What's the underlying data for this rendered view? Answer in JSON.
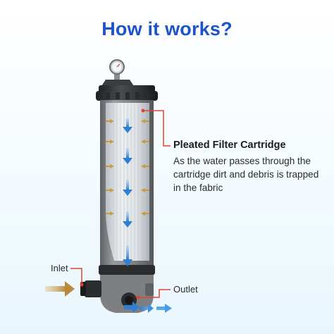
{
  "title": "How it works?",
  "callout": {
    "heading": "Pleated Filter Cartridge",
    "body": "As the water passes through the cartridge dirt and debris is trapped in the fabric"
  },
  "labels": {
    "inlet": "Inlet",
    "outlet": "Outlet"
  },
  "icons": [
    "pressure-gauge-icon",
    "downflow-arrow-icon",
    "inflow-arrow-icon",
    "outflow-arrow-icon"
  ],
  "colors": {
    "title": "#1f53c8",
    "flow_arrow": "#2d7fd3",
    "inflow_arrow": "#b8893a",
    "leader_line": "#e0442f",
    "filter_body": "#7d7f82"
  }
}
